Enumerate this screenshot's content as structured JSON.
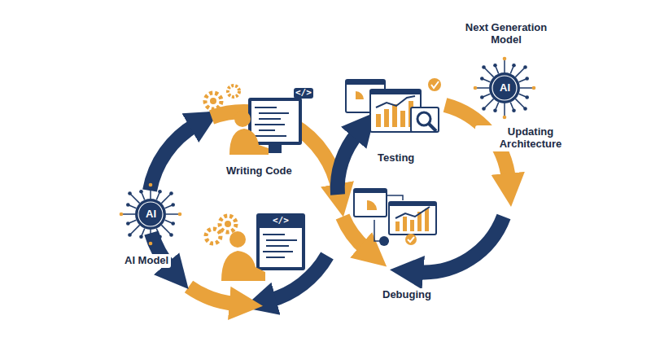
{
  "diagram": {
    "labels": [
      "Next Generation Model",
      "AI",
      "</>",
      "Updating Architecture",
      "Testing",
      "Writing Code",
      "AI",
      "</>",
      "AI Model",
      "Debuging"
    ]
  }
}
